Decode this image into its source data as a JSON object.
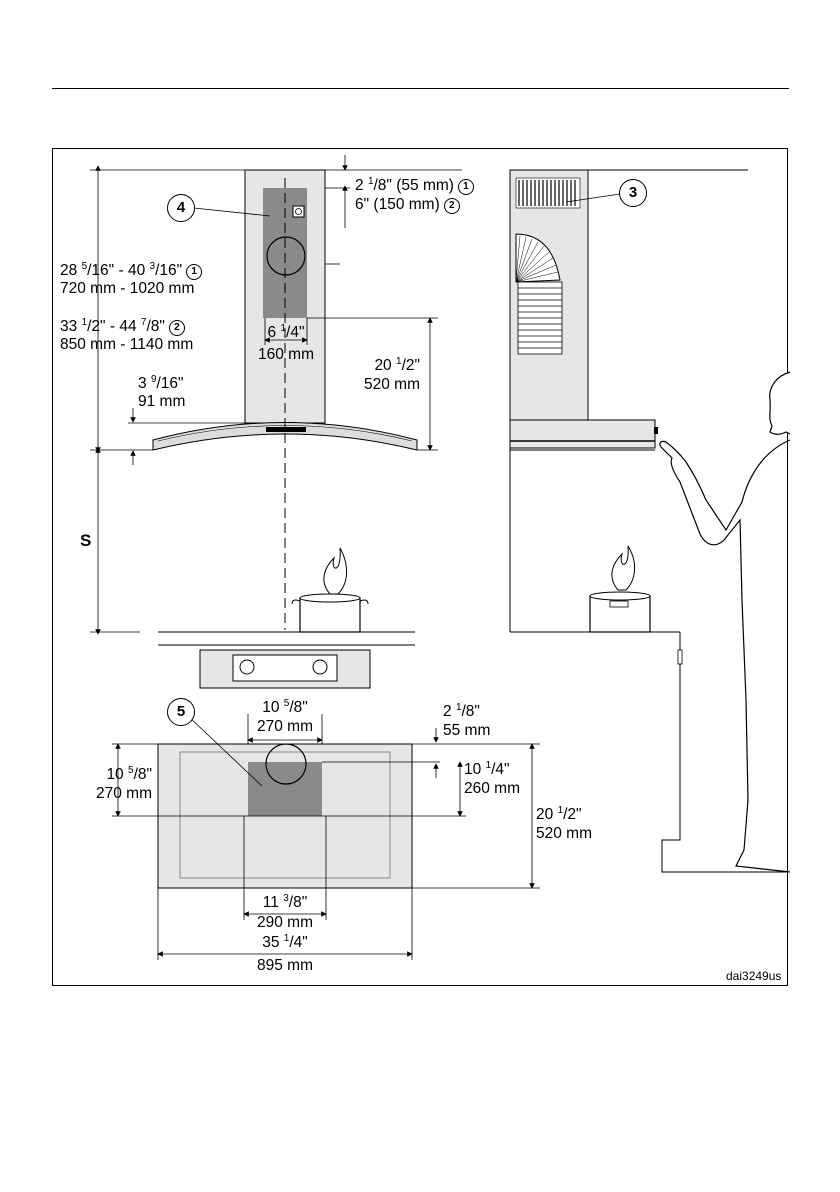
{
  "diagram": {
    "code": "dai3249us",
    "callouts": {
      "c3": "3",
      "c4": "4",
      "c5": "5"
    },
    "s_label": "S",
    "note_markers": {
      "m1": "1",
      "m2": "2"
    },
    "dims": {
      "top_offset": {
        "whole": "2 ",
        "sup": "1",
        "frac": "/8\"",
        "metric": " (55 mm)"
      },
      "top_offset2": "6\" (150 mm)",
      "height1": {
        "a_whole": "28 ",
        "a_sup": "5",
        "a_frac": "/16\" - 40 ",
        "b_sup": "3",
        "b_frac": "/16\"",
        "metric": "720 mm - 1020 mm"
      },
      "height2": {
        "a_whole": "33 ",
        "a_sup": "1",
        "a_frac": "/2\" - 44 ",
        "b_sup": "7",
        "b_frac": "/8\"",
        "metric": "850 mm - 1140 mm"
      },
      "canopy": {
        "whole": "3 ",
        "sup": "9",
        "frac": "/16\"",
        "metric": "91 mm"
      },
      "outlet_width": {
        "whole": "6 ",
        "sup": "1",
        "frac": "/4\"",
        "metric": "160 mm"
      },
      "side_height": {
        "whole": "20 ",
        "sup": "1",
        "frac": "/2\"",
        "metric": "520 mm"
      },
      "plan_width_top": {
        "whole": "10 ",
        "sup": "5",
        "frac": "/8\"",
        "metric": "270 mm"
      },
      "plan_offset": {
        "whole": "2 ",
        "sup": "1",
        "frac": "/8\"",
        "metric": "55 mm"
      },
      "plan_left": {
        "whole": "10 ",
        "sup": "5",
        "frac": "/8\"",
        "metric": "270 mm"
      },
      "plan_right": {
        "whole": "10 ",
        "sup": "1",
        "frac": "/4\"",
        "metric": "260 mm"
      },
      "plan_depth": {
        "whole": "20 ",
        "sup": "1",
        "frac": "/2\"",
        "metric": "520 mm"
      },
      "plan_bottom": {
        "whole": "11 ",
        "sup": "3",
        "frac": "/8\"",
        "metric": "290 mm"
      },
      "plan_total": {
        "whole": "35 ",
        "sup": "1",
        "frac": "/4\"",
        "metric": "895 mm"
      }
    }
  }
}
